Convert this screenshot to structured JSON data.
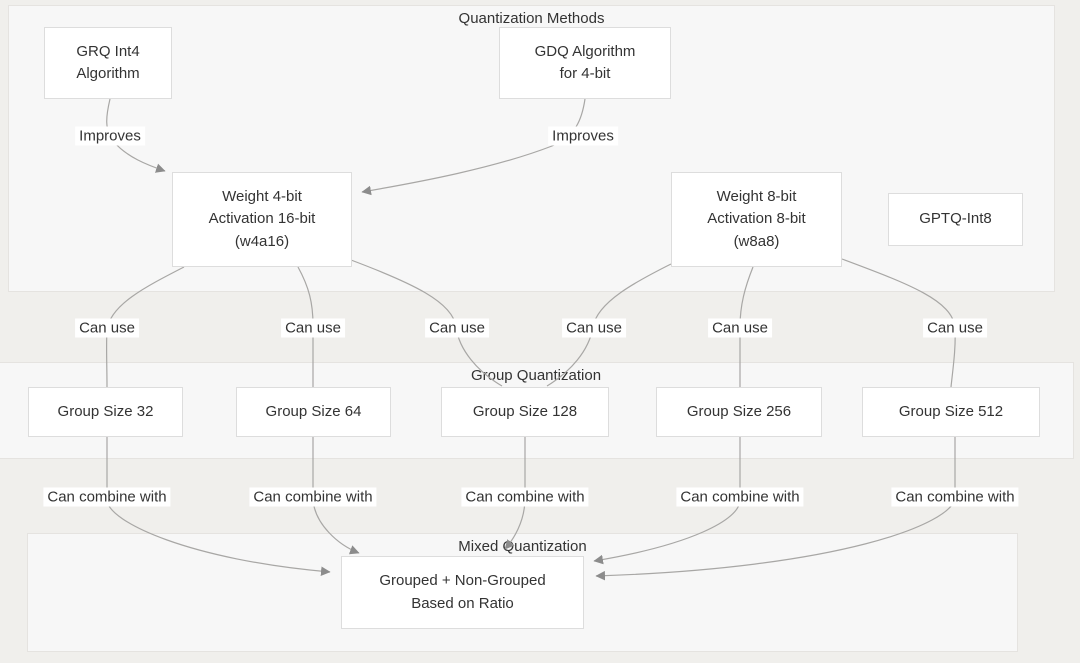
{
  "diagram": {
    "clusters": [
      {
        "label": "Quantization Methods"
      },
      {
        "label": "Group Quantization"
      },
      {
        "label": "Mixed Quantization"
      }
    ],
    "nodes": [
      {
        "label": "GRQ Int4\nAlgorithm"
      },
      {
        "label": "GDQ Algorithm\nfor 4-bit"
      },
      {
        "label": "Weight 4-bit\nActivation 16-bit\n(w4a16)"
      },
      {
        "label": "Weight 8-bit\nActivation 8-bit\n(w8a8)"
      },
      {
        "label": "GPTQ-Int8"
      },
      {
        "label": "Group Size 32"
      },
      {
        "label": "Group Size 64"
      },
      {
        "label": "Group Size 128"
      },
      {
        "label": "Group Size 256"
      },
      {
        "label": "Group Size 512"
      },
      {
        "label": "Grouped + Non-Grouped\nBased on Ratio"
      }
    ],
    "edge_labels": [
      {
        "text": "Improves"
      },
      {
        "text": "Improves"
      },
      {
        "text": "Can use"
      },
      {
        "text": "Can use"
      },
      {
        "text": "Can use"
      },
      {
        "text": "Can use"
      },
      {
        "text": "Can use"
      },
      {
        "text": "Can use"
      },
      {
        "text": "Can combine with"
      },
      {
        "text": "Can combine with"
      },
      {
        "text": "Can combine with"
      },
      {
        "text": "Can combine with"
      },
      {
        "text": "Can combine with"
      }
    ],
    "colors": {
      "page_background": "#f0efec",
      "cluster_fill": "#f7f7f7",
      "cluster_border": "#e5e3e0",
      "node_fill": "#ffffff",
      "node_border": "#dddddd",
      "edge_stroke": "#a8a7a5",
      "arrow_fill": "#8c8c8c",
      "text": "#333333"
    }
  }
}
